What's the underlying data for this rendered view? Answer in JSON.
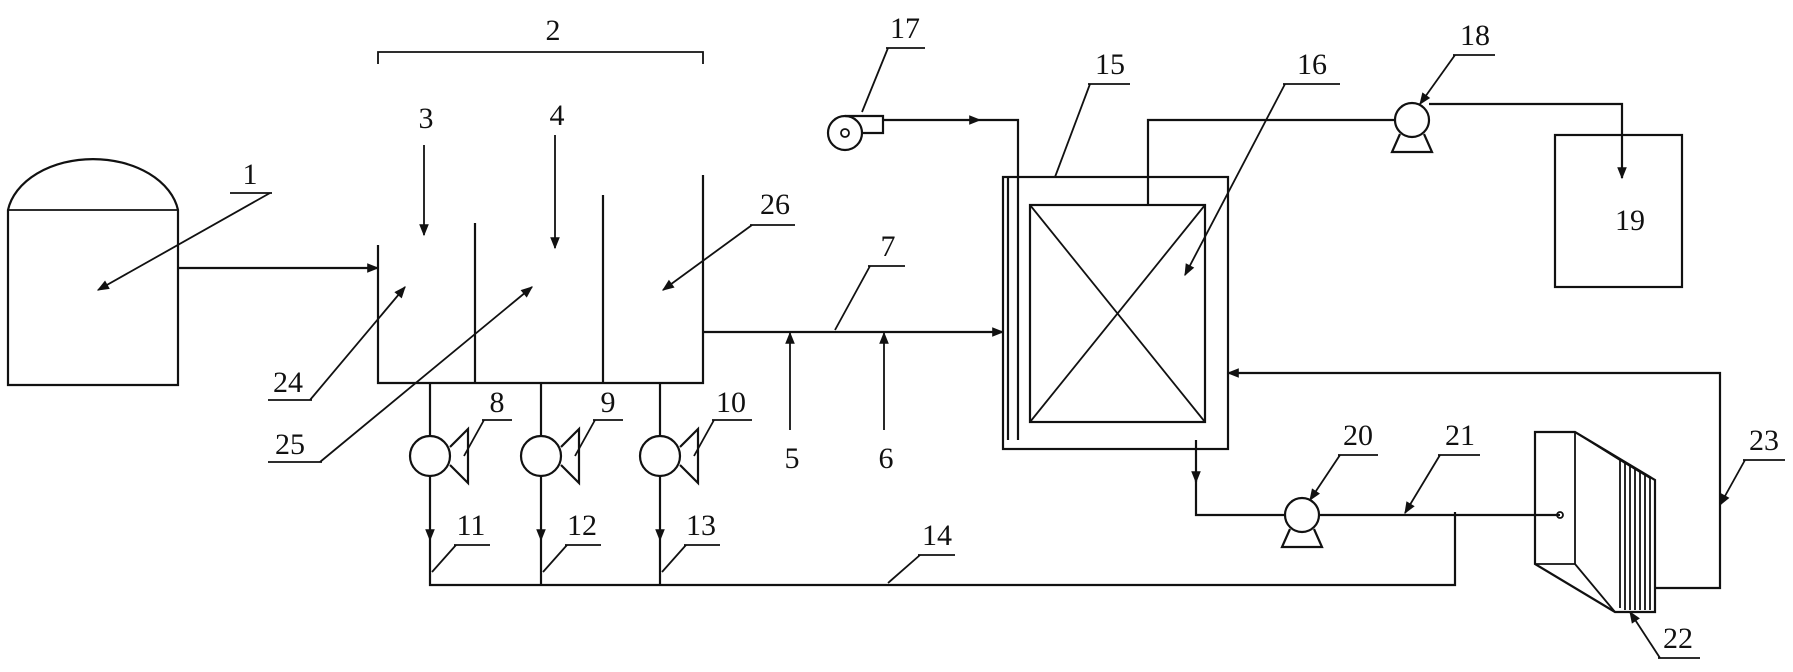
{
  "diagram": {
    "labels": {
      "n1": "1",
      "n2": "2",
      "n3": "3",
      "n4": "4",
      "n5": "5",
      "n6": "6",
      "n7": "7",
      "n8": "8",
      "n9": "9",
      "n10": "10",
      "n11": "11",
      "n12": "12",
      "n13": "13",
      "n14": "14",
      "n15": "15",
      "n16": "16",
      "n17": "17",
      "n18": "18",
      "n19": "19",
      "n20": "20",
      "n21": "21",
      "n22": "22",
      "n23": "23",
      "n24": "24",
      "n25": "25",
      "n26": "26"
    }
  }
}
